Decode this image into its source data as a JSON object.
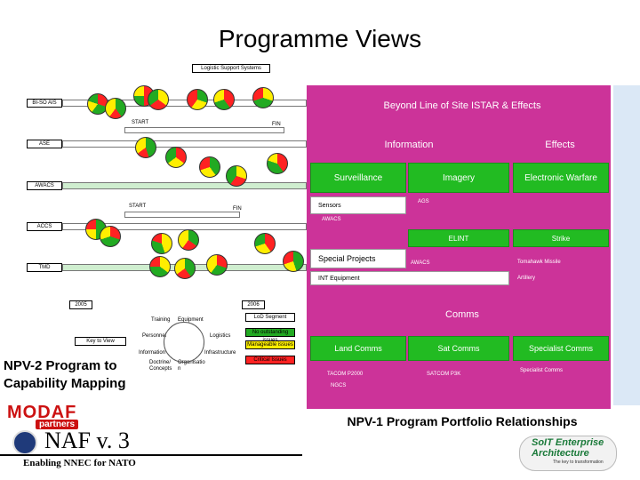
{
  "title": "Programme Views",
  "left_diagram": {
    "logistic_support": "Logistic Support Systems",
    "rows": [
      {
        "label": "BI-SO AIS"
      },
      {
        "label": "ASE"
      },
      {
        "label": "AWACS"
      },
      {
        "label": "ACCS"
      },
      {
        "label": "TMD"
      }
    ],
    "start_label": "START",
    "fin_label": "FIN",
    "year_left": "2005",
    "year_right": "2006",
    "key": {
      "title": "Key to View",
      "items": [
        "Training",
        "Equipment",
        "Personnel",
        "Logistics",
        "Information",
        "Infrastructure",
        "Doctrine/ Concepts",
        "Organisatio n"
      ]
    },
    "legend": [
      "LoD Segment",
      "No outstanding issues",
      "Manageable issues",
      "Critical Issues"
    ],
    "legend_colors": [
      "#ffffff",
      "#22aa22",
      "#ffee00",
      "#ff2222"
    ]
  },
  "npv2_caption": "NPV-2 Program to Capability Mapping",
  "right_panel": {
    "title": "Beyond Line of Site ISTAR & Effects",
    "information": "Information",
    "effects": "Effects",
    "surveillance": "Surveillance",
    "imagery": "Imagery",
    "electronic_warfare": "Electronic Warfare",
    "sensors": "Sensors",
    "ags": "AGS",
    "awacs1": "AWACS",
    "elint": "ELINT",
    "strike": "Strike",
    "special_projects": "Special Projects",
    "awacs2": "AWACS",
    "tomahawk": "Tomahawk Missile",
    "int_equipment": "INT Equipment",
    "artillery": "Artillery",
    "comms": "Comms",
    "land_comms": "Land Comms",
    "sat_comms": "Sat Comms",
    "specialist_comms": "Specialist Comms",
    "tacom": "TACOM P2000",
    "ngcs": "NGCS",
    "satcom": "SATCOM P3K",
    "specialist_comms_item": "Specialist Comms"
  },
  "npv1_caption": "NPV-1 Program Portfolio Relationships",
  "logos": {
    "modaf": "MODAF",
    "partners": "partners",
    "naf": "NAF v. 3",
    "enabling": "Enabling NNEC for NATO",
    "sea_title": "SoIT Enterprise Architecture",
    "sea_sub": "The key to transformation"
  }
}
